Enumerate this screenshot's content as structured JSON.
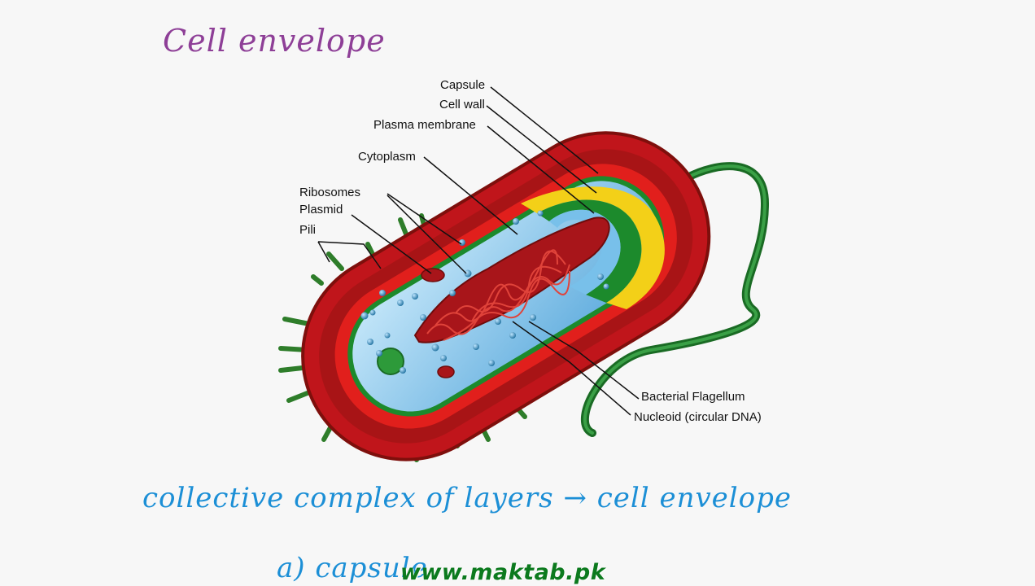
{
  "title": "Cell envelope",
  "labels": {
    "capsule": "Capsule",
    "cell_wall": "Cell wall",
    "plasma_membrane": "Plasma membrane",
    "cytoplasm": "Cytoplasm",
    "ribosomes": "Ribosomes",
    "plasmid": "Plasmid",
    "pili": "Pili",
    "flagellum": "Bacterial Flagellum",
    "nucleoid": "Nucleoid (circular DNA)"
  },
  "notes": {
    "line1": "collective complex of layers → cell envelope",
    "line2": "a) capsule"
  },
  "watermark": "www.maktab.pk",
  "colors": {
    "capsule": "#c0151b",
    "capsule_dark": "#8e1210",
    "cell_wall": "#f3d018",
    "membrane": "#1c8a2c",
    "cytoplasm": "#8fcbee",
    "nucleoid": "#a8151a",
    "pili": "#3a9632",
    "title_ink": "#8e3f97",
    "note_ink": "#1c8fd6",
    "watermark": "#0c7a1e"
  }
}
